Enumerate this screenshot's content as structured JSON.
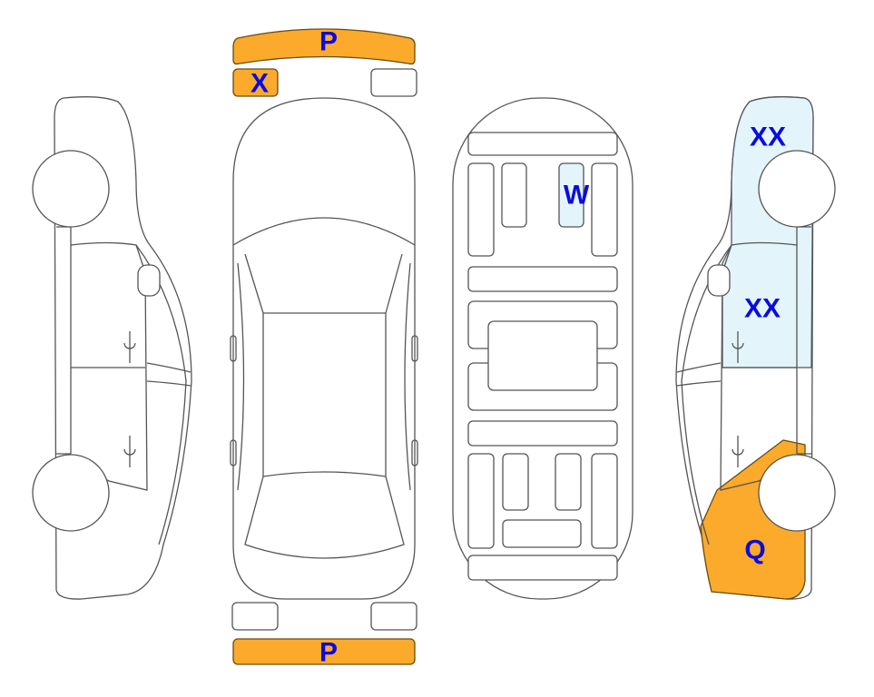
{
  "colors": {
    "damage_orange": "#FBAA2B",
    "damage_blue": "#E3F5FB",
    "label": "#0B0BE0",
    "outline": "#555555"
  },
  "labels": {
    "front_bumper": "P",
    "front_left_light": "X",
    "rear_bumper": "P",
    "interior_seat": "W",
    "right_front_fender": "XX",
    "right_front_door": "XX",
    "right_rear_quarter": "Q"
  }
}
